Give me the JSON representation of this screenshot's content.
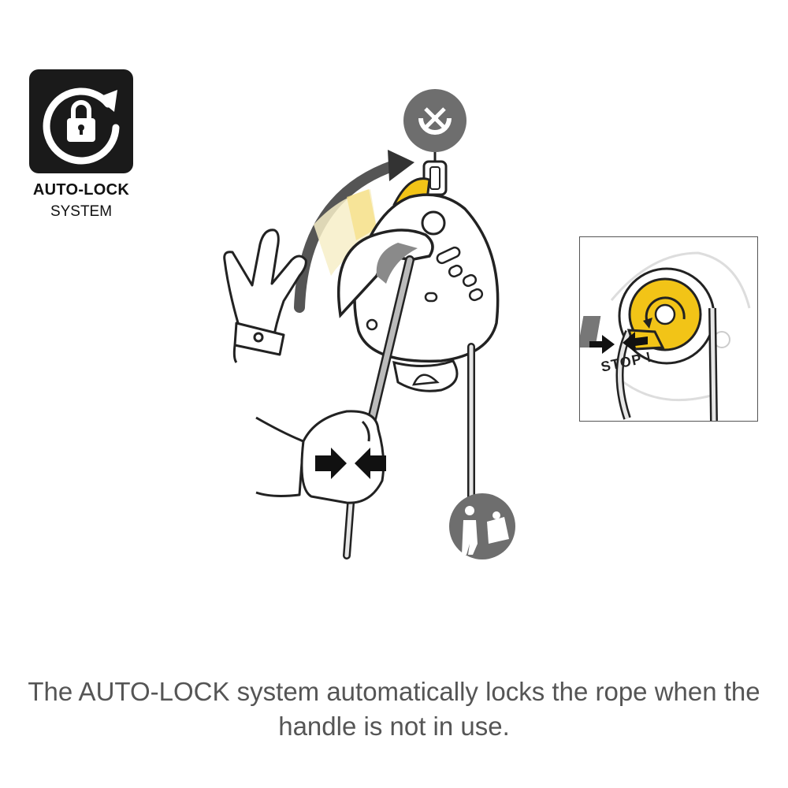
{
  "badge": {
    "title": "AUTO-LOCK",
    "subtitle": "SYSTEM",
    "icon": "lock-rotate-icon"
  },
  "inset": {
    "stop_text": "STOP !"
  },
  "caption": "The AUTO-LOCK system automatically locks the rope when the handle is not in use.",
  "colors": {
    "accent_yellow": "#f2c417",
    "dark": "#1a1a1a",
    "gray_badge": "#6e6e6e",
    "caption": "#555555"
  }
}
